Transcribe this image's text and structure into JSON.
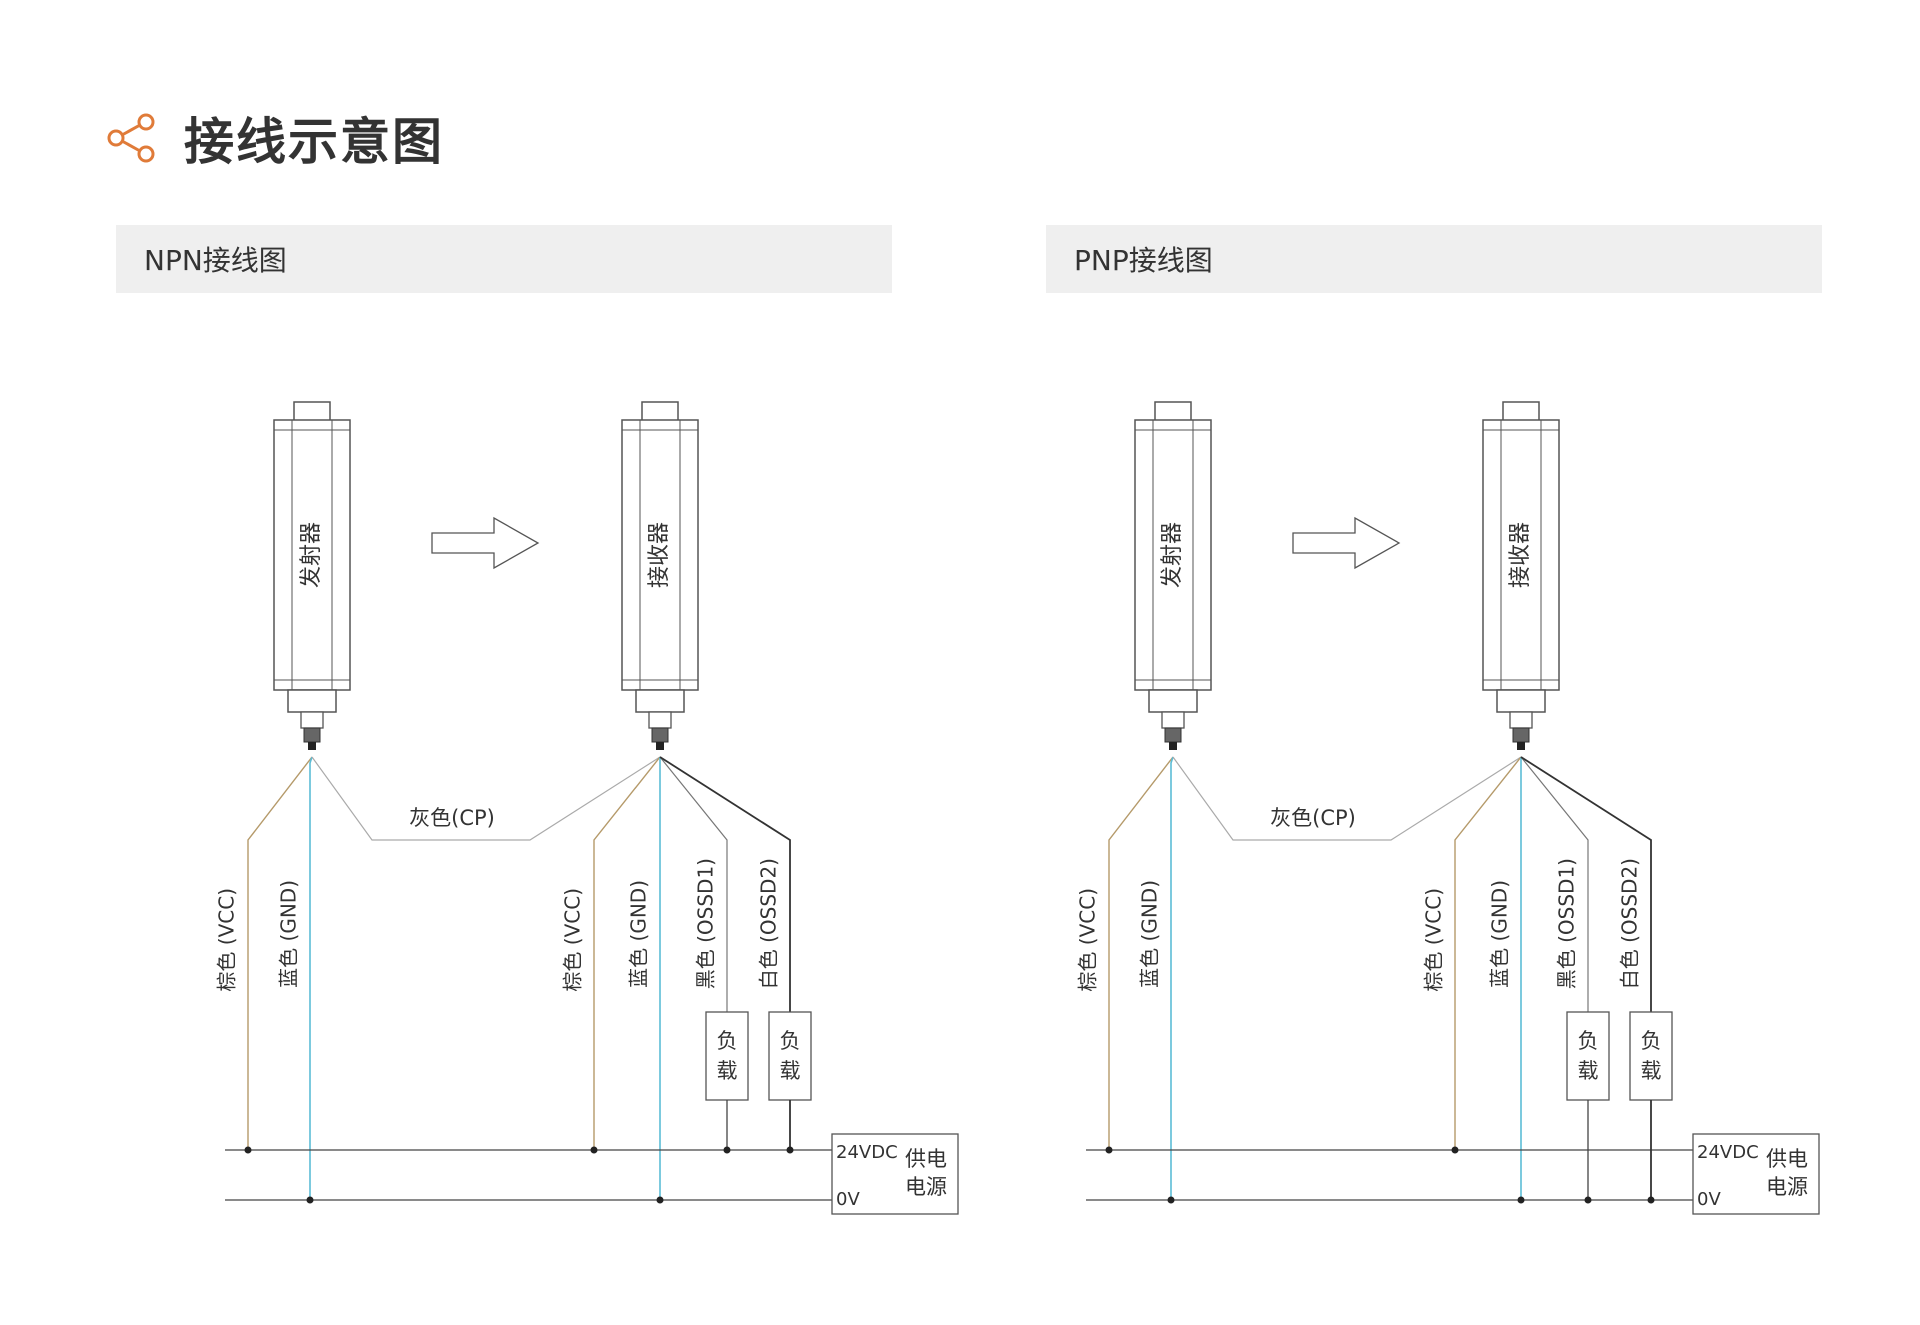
{
  "page": {
    "title": "接线示意图",
    "accent_color": "#e07b39",
    "icon": "share-icon"
  },
  "sections": [
    {
      "id": "npn",
      "title": "NPN接线图",
      "emitter_label": "发射器",
      "receiver_label": "接收器",
      "sync_wire_label": "灰色(CP)",
      "emitter_wires": [
        "棕色 (VCC)",
        "蓝色 (GND)"
      ],
      "receiver_wires": [
        "棕色 (VCC)",
        "蓝色 (GND)",
        "黑色 (OSSD1)",
        "白色 (OSSD2)"
      ],
      "load_label": "负载",
      "power": {
        "v24": "24VDC",
        "v0": "0V",
        "name": "供电电源"
      }
    },
    {
      "id": "pnp",
      "title": "PNP接线图",
      "emitter_label": "发射器",
      "receiver_label": "接收器",
      "sync_wire_label": "灰色(CP)",
      "emitter_wires": [
        "棕色 (VCC)",
        "蓝色 (GND)"
      ],
      "receiver_wires": [
        "棕色 (VCC)",
        "蓝色 (GND)",
        "黑色 (OSSD1)",
        "白色 (OSSD2)"
      ],
      "load_label": "负载",
      "power": {
        "v24": "24VDC",
        "v0": "0V",
        "name": "供电电源"
      }
    }
  ],
  "wire_colors": {
    "brown": "#b59a6a",
    "blue": "#5bbcd6",
    "grey": "#aaaaaa",
    "black": "#333333",
    "white": "#888888",
    "outline": "#555555"
  }
}
